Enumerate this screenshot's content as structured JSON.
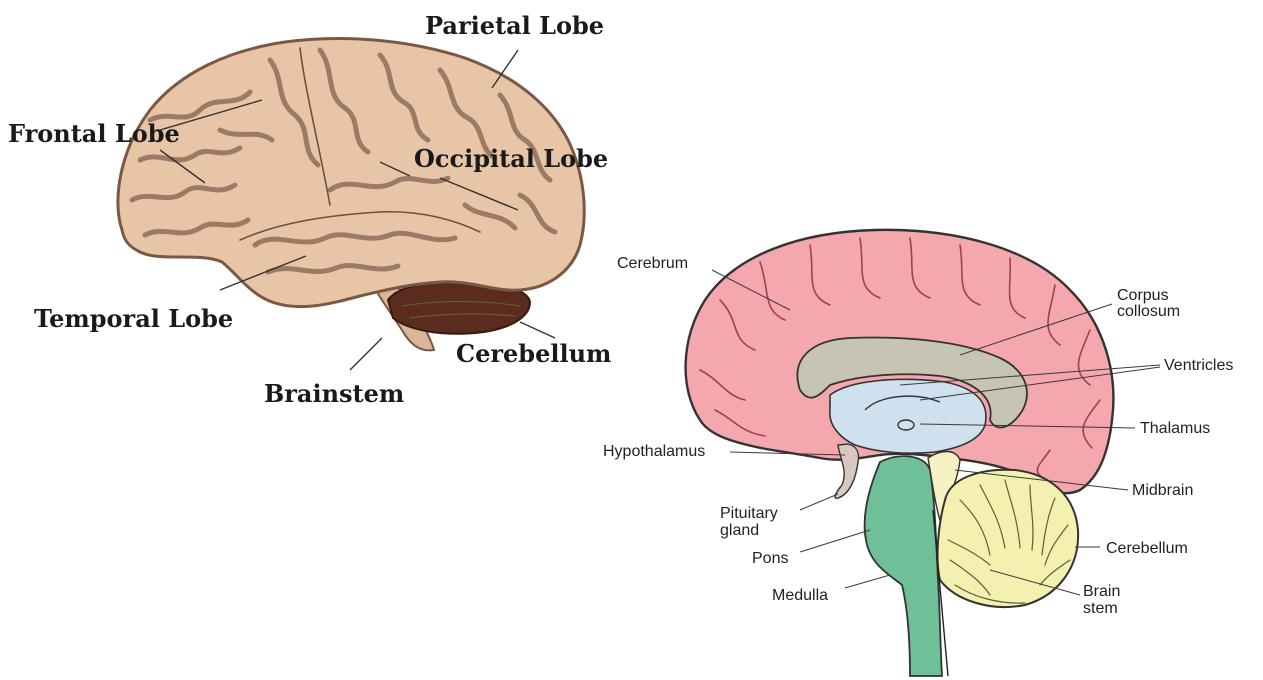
{
  "lateral_view": {
    "labels": {
      "parietal": "Parietal Lobe",
      "frontal": "Frontal Lobe",
      "occipital": "Occipital Lobe",
      "temporal": "Temporal Lobe",
      "cerebellum": "Cerebellum",
      "brainstem": "Brainstem"
    },
    "colors": {
      "cortex": "#e9c5a8",
      "outline": "#7a5846",
      "cerebellum": "#5a2b1e",
      "brainstem": "#d9b89a"
    }
  },
  "sagittal_view": {
    "labels": {
      "cerebrum": "Cerebrum",
      "corpus_line1": "Corpus",
      "corpus_line2": "collosum",
      "ventricles": "Ventricles",
      "thalamus": "Thalamus",
      "hypothalamus": "Hypothalamus",
      "midbrain": "Midbrain",
      "pituitary_line1": "Pituitary",
      "pituitary_line2": "gland",
      "cerebellum": "Cerebellum",
      "pons": "Pons",
      "brainstem_line1": "Brain",
      "brainstem_line2": "stem",
      "medulla": "Medulla"
    },
    "colors": {
      "cerebrum": "#f4a7ad",
      "corpus": "#c8c4b4",
      "ventricles": "#cfe1ee",
      "brainstem": "#6fbf98",
      "cerebellum": "#f3f0b0",
      "midbrain": "#f6f2c4"
    }
  }
}
